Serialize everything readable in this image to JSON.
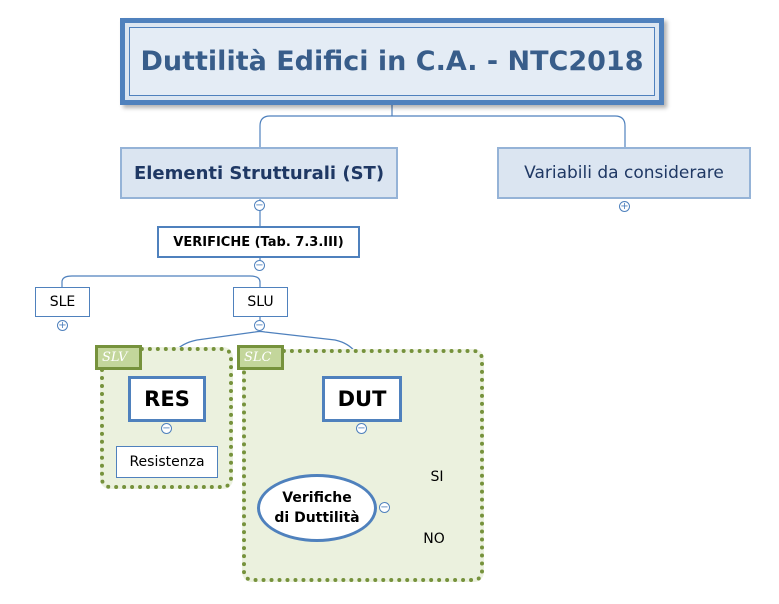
{
  "title": "Duttilità Edifici in C.A. - NTC2018",
  "nodes": {
    "structural_elements": "Elementi Strutturali (ST)",
    "variables": "Variabili da considerare",
    "checks": "VERIFICHE  (Tab. 7.3.III)",
    "sle": "SLE",
    "slu": "SLU",
    "res": "RES",
    "dut": "DUT",
    "resistance": "Resistenza",
    "ductility_checks_line1": "Verifiche",
    "ductility_checks_line2": "di Duttilità",
    "yes": "SI",
    "no": "NO"
  },
  "groups": {
    "slv": "SLV",
    "slc": "SLC"
  },
  "toggles": {
    "collapse": "−",
    "expand": "+"
  },
  "colors": {
    "accent": "#4f81bd",
    "title_text": "#385d8a",
    "group_border": "#76923c",
    "group_fill": "#ebf1de",
    "yes_fill": "#9bbb59",
    "no_fill": "#e03030"
  }
}
